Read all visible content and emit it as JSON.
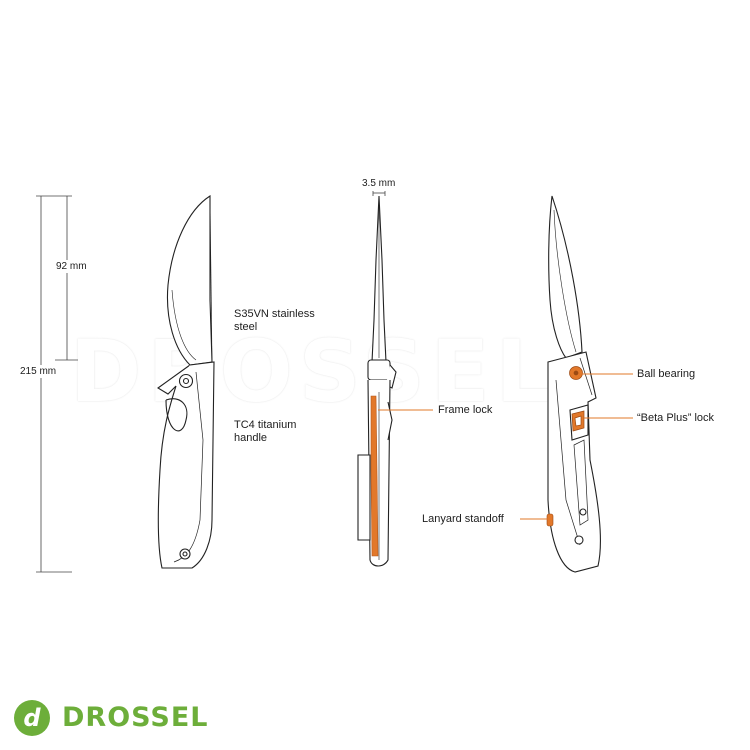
{
  "watermark": "DROSSEL",
  "dimensions": {
    "total_length": "215 mm",
    "blade_length": "92 mm",
    "blade_thickness": "3.5 mm"
  },
  "callouts": {
    "blade_steel": [
      "S35VN stainless",
      "steel"
    ],
    "handle_material": [
      "TC4 titanium",
      "handle"
    ],
    "frame_lock": "Frame lock",
    "ball_bearing": "Ball bearing",
    "beta_lock": "“Beta Plus” lock",
    "lanyard": "Lanyard standoff"
  },
  "logo": {
    "text": "DROSSEL",
    "mark": "d",
    "color": "#6dae3a"
  },
  "colors": {
    "accent": "#e2782a",
    "line": "#222222"
  }
}
